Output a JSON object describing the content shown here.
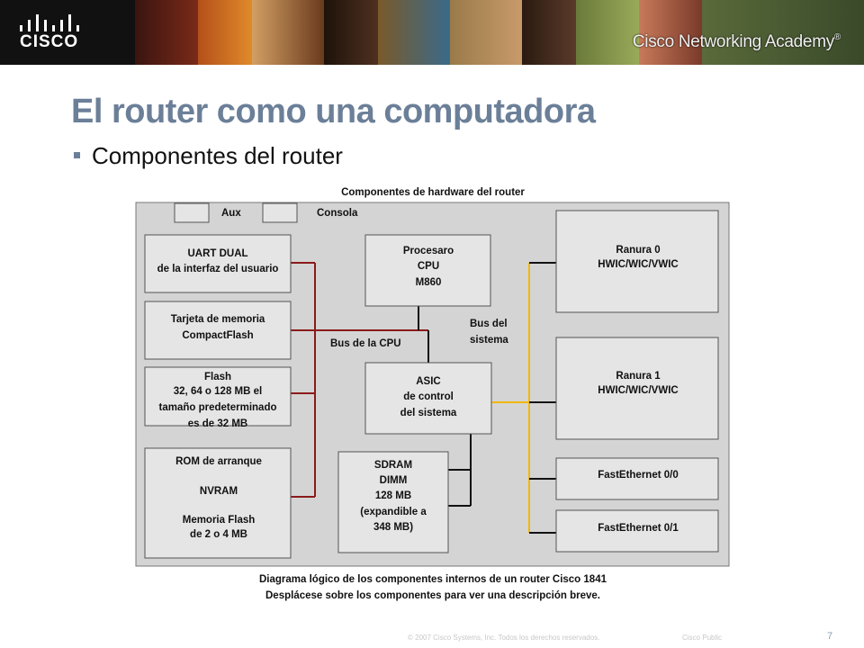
{
  "header": {
    "logo_text": "CISCO",
    "academy_text": "Cisco Networking Academy",
    "academy_mark": "®",
    "colors": {
      "band": "#1a1a1a",
      "logo": "#ffffff"
    }
  },
  "slide": {
    "title": "El router como una computadora",
    "bullet": "Componentes del router"
  },
  "diagram": {
    "heading": "Componentes de hardware del router",
    "ports": {
      "aux": "Aux",
      "console": "Consola"
    },
    "left_blocks": {
      "uart": [
        "UART DUAL",
        "de la interfaz del usuario"
      ],
      "compactflash": [
        "Tarjeta de memoria",
        "CompactFlash"
      ],
      "flash": [
        "Flash",
        "32, 64 o 128 MB el",
        "tamaño predeterminado",
        "es de 32 MB"
      ],
      "rom": [
        "ROM de arranque",
        "NVRAM",
        "Memoria Flash",
        "de 2 o 4 MB"
      ]
    },
    "center_blocks": {
      "cpu": [
        "Procesaro",
        "CPU",
        "M860"
      ],
      "asic": [
        "ASIC",
        "de control",
        "del sistema"
      ],
      "sdram": [
        "SDRAM",
        "DIMM",
        "128 MB",
        "(expandible a",
        "348 MB)"
      ]
    },
    "right_blocks": {
      "slot0": [
        "Ranura 0",
        "HWIC/WIC/VWIC"
      ],
      "slot1": [
        "Ranura 1",
        "HWIC/WIC/VWIC"
      ],
      "fe0": "FastEthernet 0/0",
      "fe1": "FastEthernet 0/1"
    },
    "bus_labels": {
      "cpu_bus": "Bus de la CPU",
      "system_bus": [
        "Bus del",
        "sistema"
      ]
    },
    "caption": [
      "Diagrama lógico de los componentes internos de un router Cisco 1841",
      "Desplácese sobre los componentes para ver una descripción breve."
    ],
    "colors": {
      "cpu_bus": "#8b1a1a",
      "system_bus": "#f2b705",
      "lines": "#111111",
      "panel": "#d4d4d4",
      "box": "#e5e5e5"
    }
  },
  "footer": {
    "copyright": "© 2007 Cisco Systems, Inc. Todos los derechos reservados.",
    "classification": "Cisco Public",
    "page": "7"
  }
}
